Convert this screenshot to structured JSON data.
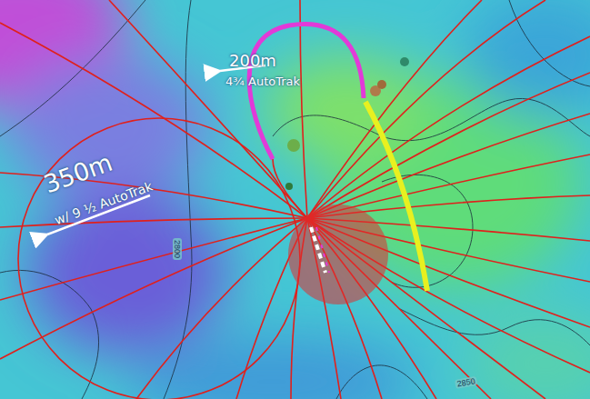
{
  "diagram": {
    "labels": [
      "200m",
      "4¾ AutoTrak",
      "350m",
      "w/ 9 ½ AutoTrak",
      "2800",
      "2850"
    ]
  }
}
